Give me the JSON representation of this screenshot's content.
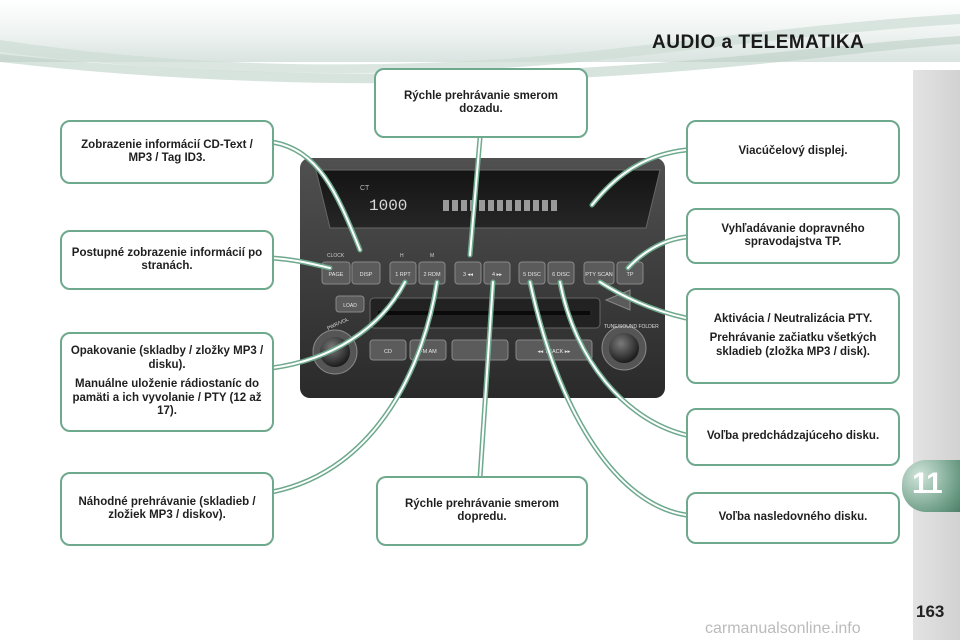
{
  "header": {
    "title": "AUDIO a TELEMATIKA"
  },
  "callouts": {
    "cd_text": "Zobrazenie informácií CD-Text / MP3 / Tag ID3.",
    "rewind": "Rýchle prehrávanie smerom dozadu.",
    "display": "Viacúčelový displej.",
    "page_info": "Postupné zobrazenie informácií po stranách.",
    "tp_search": "Vyhľadávanie dopravného spravodajstva TP.",
    "pty": "Aktivácia / Neutralizácia PTY.",
    "scan": "Prehrávanie začiatku všetkých skladieb (zložka MP3 / disk).",
    "repeat": "Opakovanie (skladby / zložky MP3 / disku).",
    "presets": "Manuálne uloženie rádiostaníc do pamäti a ich vyvolanie / PTY (12 až 17).",
    "prev_disc": "Voľba predchádzajúceho disku.",
    "random": "Náhodné prehrávanie (skladieb / zložiek MP3 / diskov).",
    "forward": "Rýchle prehrávanie smerom dopredu.",
    "next_disc": "Voľba nasledovného disku."
  },
  "radio": {
    "display_label": "CT",
    "display_digits": "1000",
    "top_labels": [
      "CLOCK",
      "H",
      "M"
    ],
    "buttons": [
      "PAGE",
      "DISP",
      "1 RPT",
      "2 RDM",
      "3 ◂◂",
      "4 ▸▸",
      "5 DISC",
      "6 DISC",
      "PTY SCAN",
      "TP"
    ],
    "load_label": "LOAD",
    "lower_buttons": [
      "CD",
      "FM AM",
      "◂◂ TRACK ▸▸"
    ],
    "left_knob": "PWR/VOL",
    "right_knob": "TUNE/SOUND FOLDER"
  },
  "footer": {
    "chapter": "11",
    "page_number": "163",
    "watermark": "carmanualsonline.info"
  },
  "colors": {
    "accent": "#6ea98d",
    "radio_body": "#3a3a3a"
  }
}
